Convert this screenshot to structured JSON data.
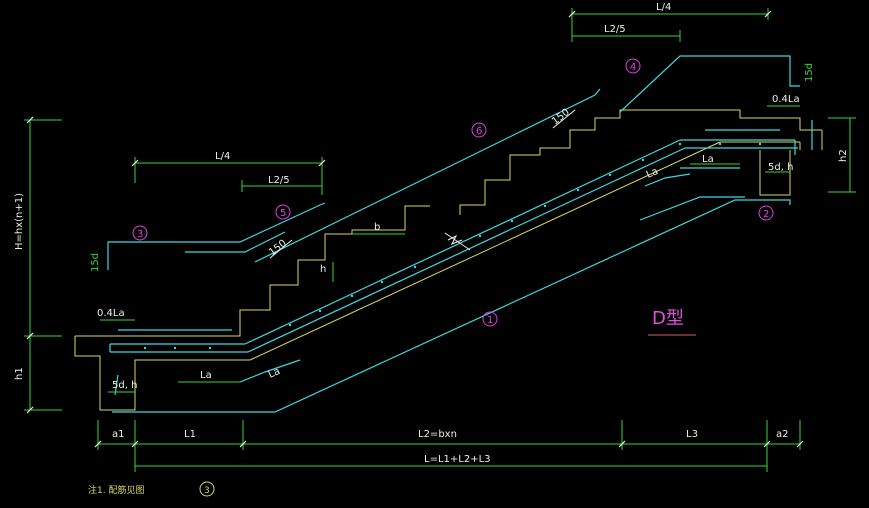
{
  "type_label": "D型",
  "note": "注1. 配筋见图",
  "note_marker": "3",
  "markers": [
    "1",
    "2",
    "3",
    "4",
    "5",
    "6"
  ],
  "dims": {
    "L4_top": "L/4",
    "L25_top": "L2/5",
    "L4_left": "L/4",
    "L25_left": "L2/5",
    "H": "H=hx(n+1)",
    "h1": "h1",
    "h2": "h2",
    "b": "b",
    "h": "h",
    "d15_left": "15d",
    "d15_right": "15d",
    "la_left_top": "0.4La",
    "la_right_top": "0.4La",
    "d5_left": "5d, h",
    "d5_right": "5d, h",
    "la1": "La",
    "la2": "La",
    "la3": "La",
    "la4": "La",
    "a150_top": "150",
    "a150_left": "150",
    "a1": "a1",
    "L1": "L1",
    "L2": "L2=bxn",
    "L3": "L3",
    "a2": "a2",
    "L_total": "L=L1+L2+L3"
  },
  "colors": {
    "background": "#000000",
    "concrete": "#d8d860",
    "rebar": "#3cd8e0",
    "dimension": "#39d439",
    "marker": "#e040e0",
    "type_label": "#e050e0"
  }
}
